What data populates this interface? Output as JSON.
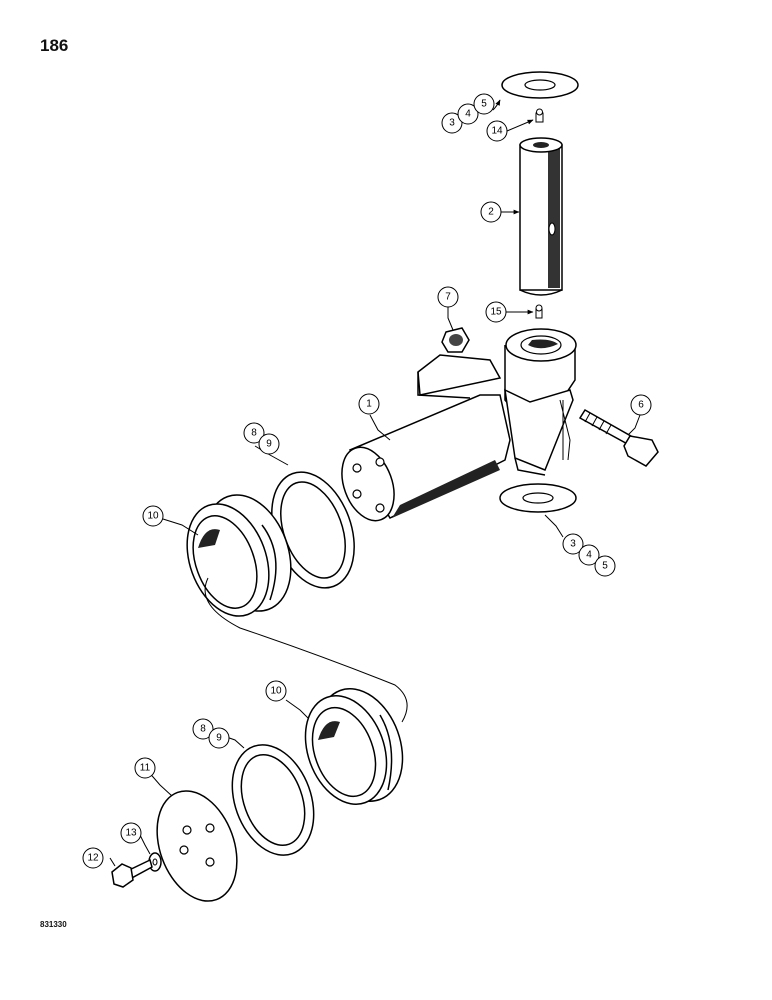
{
  "page_number": "186",
  "figure_code": "831330",
  "callouts": [
    {
      "id": "c1",
      "label": "1"
    },
    {
      "id": "c2",
      "label": "2"
    },
    {
      "id": "c3a",
      "label": "3"
    },
    {
      "id": "c4a",
      "label": "4"
    },
    {
      "id": "c5a",
      "label": "5"
    },
    {
      "id": "c3b",
      "label": "3"
    },
    {
      "id": "c4b",
      "label": "4"
    },
    {
      "id": "c5b",
      "label": "5"
    },
    {
      "id": "c6",
      "label": "6"
    },
    {
      "id": "c7",
      "label": "7"
    },
    {
      "id": "c8a",
      "label": "8"
    },
    {
      "id": "c9a",
      "label": "9"
    },
    {
      "id": "c8b",
      "label": "8"
    },
    {
      "id": "c9b",
      "label": "9"
    },
    {
      "id": "c10a",
      "label": "10"
    },
    {
      "id": "c10b",
      "label": "10"
    },
    {
      "id": "c11",
      "label": "11"
    },
    {
      "id": "c12",
      "label": "12"
    },
    {
      "id": "c13",
      "label": "13"
    },
    {
      "id": "c14",
      "label": "14"
    },
    {
      "id": "c15",
      "label": "15"
    }
  ]
}
